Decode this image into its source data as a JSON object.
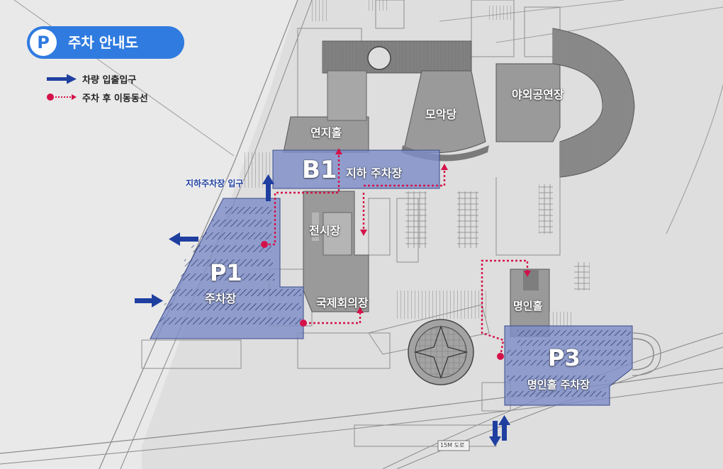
{
  "header": {
    "icon_letter": "P",
    "title": "주차 안내도"
  },
  "legend": {
    "vehicle_entrance": "차량 입출입구",
    "walking_route": "주차 후 이동동선"
  },
  "buildings": {
    "yeonji_hall": "연지홀",
    "moak_hall": "모악당",
    "outdoor_stage": "야외공연장",
    "exhibition_hall": "전시장",
    "conference_hall": "국제회의장",
    "myeongin_hall": "명인홀"
  },
  "parking": {
    "b1": {
      "code": "B1",
      "name": "지하 주차장"
    },
    "p1": {
      "code": "P1",
      "name": "주차장"
    },
    "p3": {
      "code": "P3",
      "name": "명인홀 주차장"
    },
    "underground_entrance": "지하주차장 입구"
  },
  "road_marker": "15M 도로",
  "colors": {
    "parking_fill": "#7f8fc8",
    "arrow_blue": "#1f3fa0",
    "route_red": "#d4124a",
    "building_gray": "#9a9a9a",
    "title_blue": "#2f7be0"
  },
  "icons": [
    "parking-icon",
    "entrance-arrow-icon",
    "route-dot-icon"
  ]
}
